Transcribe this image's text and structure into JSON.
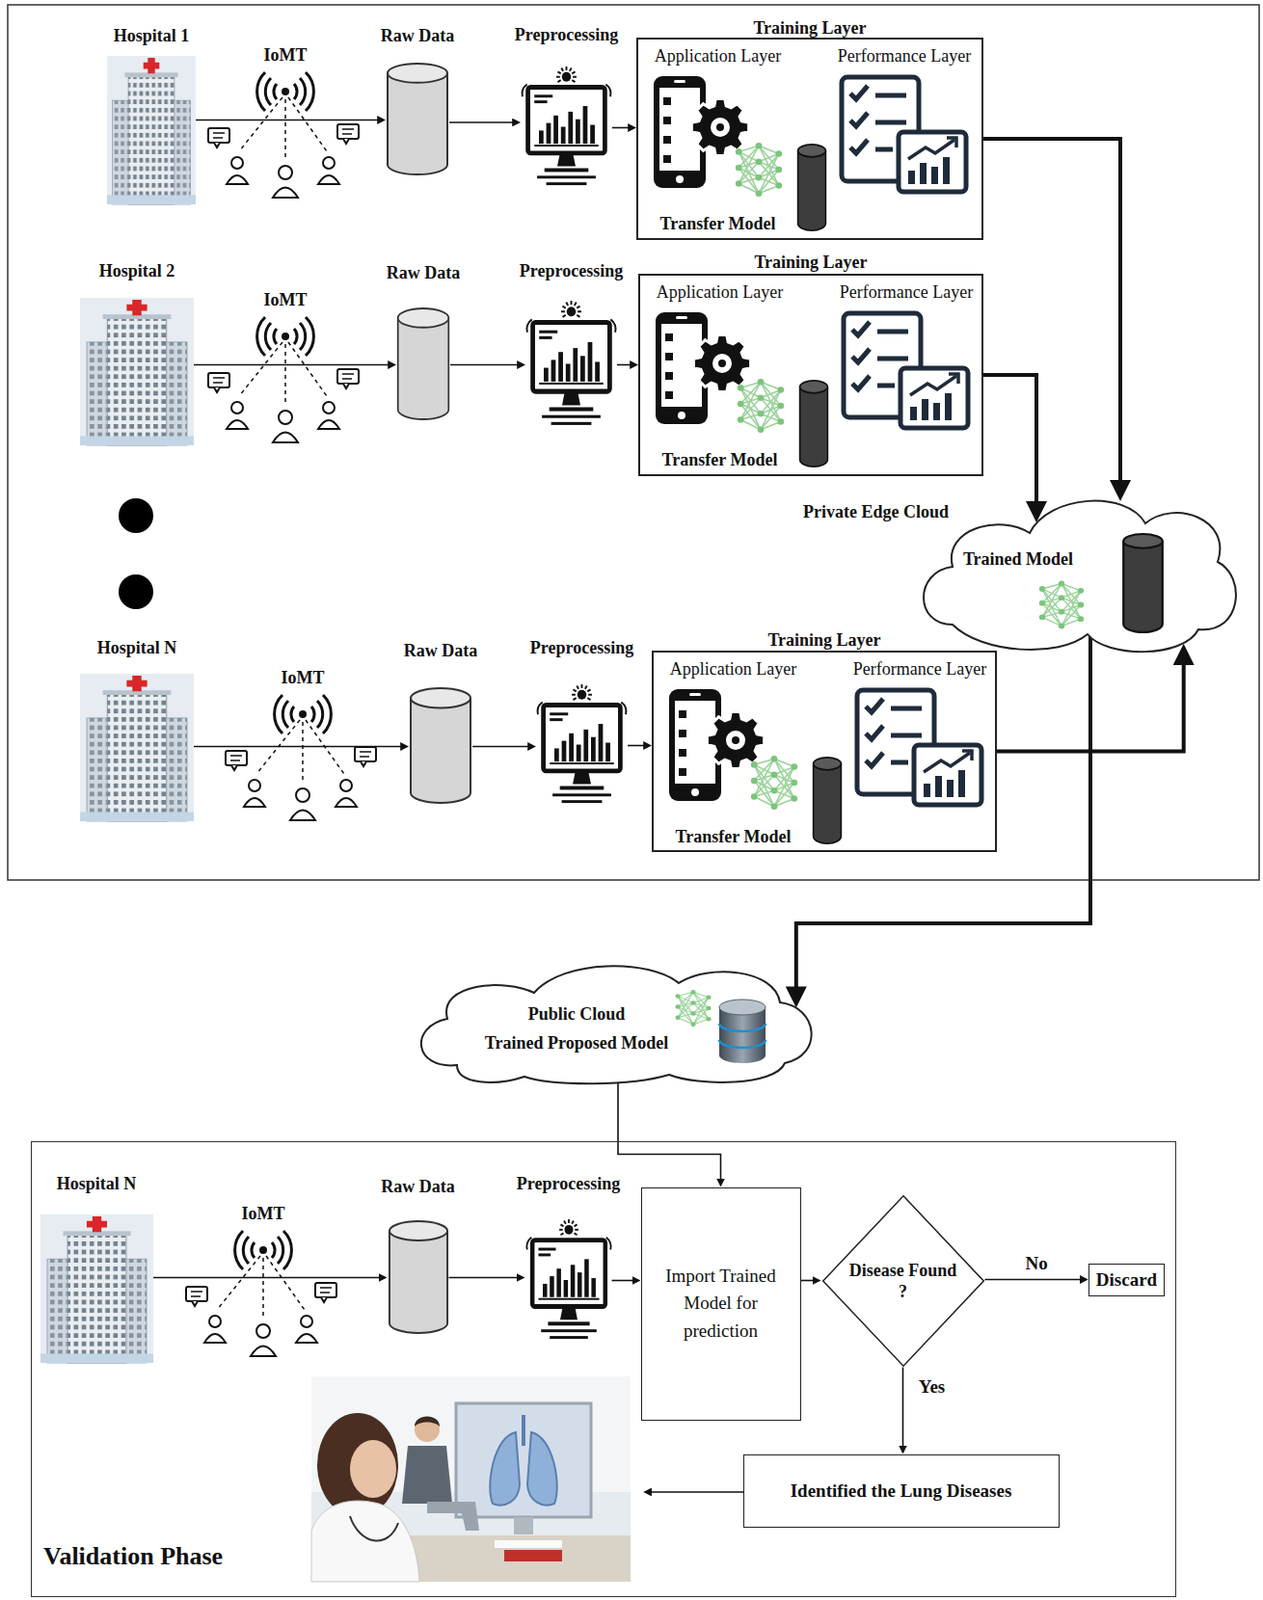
{
  "diagram": {
    "nodes": [
      {
        "text": [
          "Hospital 1"
        ]
      },
      {
        "text": [
          "Raw Data"
        ]
      },
      {
        "text": [
          "Preprocessing"
        ]
      },
      {
        "text": [
          "Training Layer"
        ]
      },
      {
        "text": [
          "Application Layer",
          "Transfer Model"
        ],
        "in": 3
      },
      {
        "text": [
          "Performance Layer"
        ],
        "in": 3
      },
      {
        "text": [
          "Hospital 2"
        ]
      },
      {
        "text": [
          "Raw Data"
        ]
      },
      {
        "text": [
          "Preprocessing"
        ]
      },
      {
        "text": [
          "Training Layer"
        ]
      },
      {
        "text": [
          "Application Layer",
          "Transfer Model"
        ],
        "in": 9
      },
      {
        "text": [
          "Performance Layer"
        ],
        "in": 9
      },
      {
        "text": [
          "Hospital N"
        ]
      },
      {
        "text": [
          "Raw Data"
        ]
      },
      {
        "text": [
          "Preprocessing"
        ]
      },
      {
        "text": [
          "Training Layer"
        ]
      },
      {
        "text": [
          "Application Layer",
          "Transfer Model"
        ],
        "in": 15
      },
      {
        "text": [
          "Performance Layer"
        ],
        "in": 15
      },
      {
        "text": [
          "Private Edge Cloud",
          "Trained Model"
        ]
      },
      {
        "text": [
          "Public Cloud",
          "Trained Proposed Model"
        ]
      },
      {
        "text": [
          "Validation Phase"
        ]
      },
      {
        "text": [
          "Hospital N"
        ],
        "in": 20
      },
      {
        "text": [
          "Raw Data"
        ],
        "in": 20
      },
      {
        "text": [
          "Preprocessing"
        ],
        "in": 20
      },
      {
        "text": [
          "Import Trained Model for prediction"
        ],
        "in": 20
      },
      {
        "text": [
          "Disease Found ?"
        ],
        "in": 20
      },
      {
        "text": [
          "Discard"
        ],
        "in": 20
      },
      {
        "text": [
          "Identified the Lung Diseases"
        ],
        "in": 20
      }
    ],
    "edges": [
      {
        "from": 0,
        "to": 1,
        "arrow": "to"
      },
      {
        "from": 1,
        "to": 2,
        "arrow": "to"
      },
      {
        "from": 2,
        "to": 3,
        "arrow": "to"
      },
      {
        "from": 4,
        "to": 5,
        "arrow": "to"
      },
      {
        "from": 3,
        "to": 18,
        "arrow": "to"
      },
      {
        "from": 6,
        "to": 7,
        "arrow": "to"
      },
      {
        "from": 7,
        "to": 8,
        "arrow": "to"
      },
      {
        "from": 8,
        "to": 9,
        "arrow": "to"
      },
      {
        "from": 10,
        "to": 11,
        "arrow": "to"
      },
      {
        "from": 9,
        "to": 18,
        "arrow": "to"
      },
      {
        "from": 12,
        "to": 13,
        "arrow": "to"
      },
      {
        "from": 13,
        "to": 14,
        "arrow": "to"
      },
      {
        "from": 14,
        "to": 15,
        "arrow": "to"
      },
      {
        "from": 16,
        "to": 17,
        "arrow": "to"
      },
      {
        "from": 15,
        "to": 18,
        "arrow": "to"
      },
      {
        "from": 18,
        "to": 19,
        "arrow": "to"
      },
      {
        "from": 19,
        "to": 24,
        "arrow": "to"
      },
      {
        "from": 21,
        "to": 22,
        "arrow": "to"
      },
      {
        "from": 22,
        "to": 23,
        "arrow": "to"
      },
      {
        "from": 23,
        "to": 24,
        "arrow": "to"
      },
      {
        "from": 24,
        "to": 25,
        "arrow": "to"
      },
      {
        "from": 25,
        "to": 26,
        "label": "No",
        "arrow": "to"
      },
      {
        "from": 25,
        "to": 27,
        "label": "Yes",
        "arrow": "to"
      }
    ],
    "labels": [
      "IoMT",
      "IoMT",
      "IoMT",
      "IoMT"
    ]
  }
}
